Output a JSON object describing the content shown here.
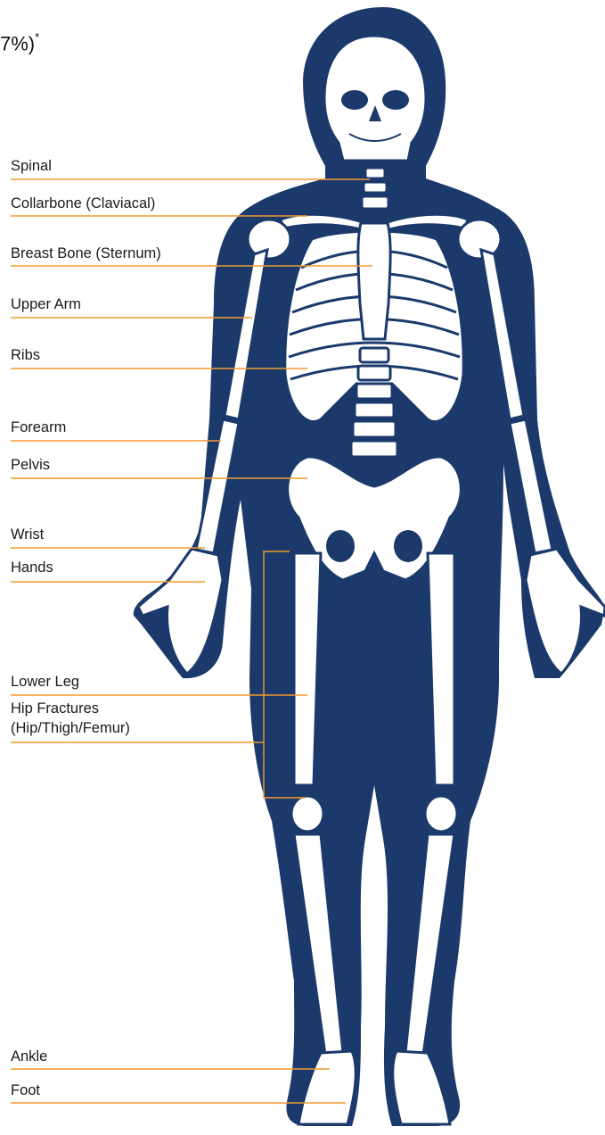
{
  "header": {
    "title_partial": "7%)",
    "title_mark": "*"
  },
  "labels": [
    {
      "id": "spinal",
      "text": "Spinal"
    },
    {
      "id": "collarbone",
      "text": "Collarbone (Claviacal)"
    },
    {
      "id": "breastbone",
      "text": "Breast Bone (Sternum)"
    },
    {
      "id": "upperarm",
      "text": "Upper Arm"
    },
    {
      "id": "ribs",
      "text": "Ribs"
    },
    {
      "id": "forearm",
      "text": "Forearm"
    },
    {
      "id": "pelvis",
      "text": "Pelvis"
    },
    {
      "id": "wrist",
      "text": "Wrist"
    },
    {
      "id": "hands",
      "text": "Hands"
    },
    {
      "id": "hip1",
      "text": "Hip Fractures"
    },
    {
      "id": "hip2",
      "text": "(Hip/Thigh/Femur)"
    },
    {
      "id": "lowerleg",
      "text": "Lower Leg"
    },
    {
      "id": "ankle",
      "text": "Ankle"
    },
    {
      "id": "foot",
      "text": "Foot"
    }
  ],
  "colors": {
    "body": "#1b3a6b",
    "bone": "#ffffff",
    "leader": "#f29a2e",
    "text": "#1a1a1a"
  }
}
